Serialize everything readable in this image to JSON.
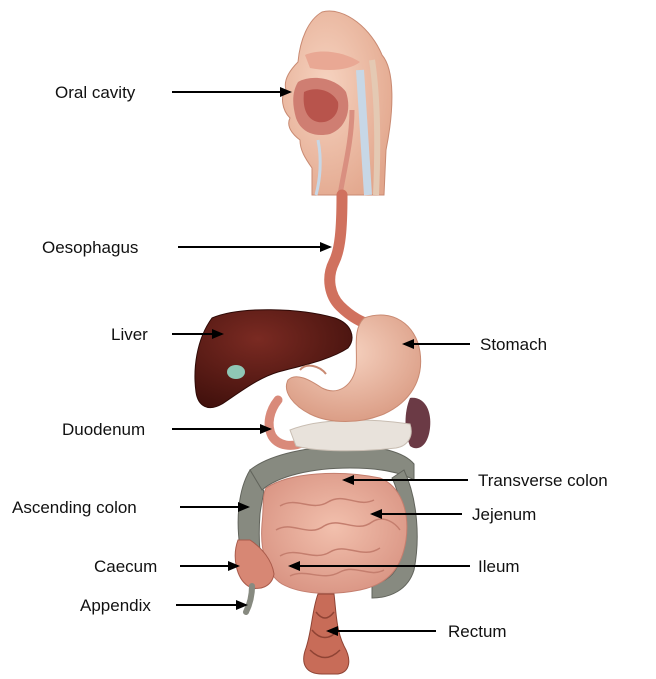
{
  "labels": {
    "oral_cavity": "Oral cavity",
    "oesophagus": "Oesophagus",
    "liver": "Liver",
    "stomach": "Stomach",
    "duodenum": "Duodenum",
    "transverse_colon": "Transverse colon",
    "ascending_colon": "Ascending colon",
    "jejenum": "Jejenum",
    "caecum": "Caecum",
    "ileum": "Ileum",
    "appendix": "Appendix",
    "rectum": "Rectum"
  },
  "colors": {
    "skin": "#f2c4a8",
    "oesophagus": "#d0715e",
    "liver": "#5a1a14",
    "stomach": "#eab7a0",
    "colon": "#878a80",
    "intestine": "#e9ae9b",
    "spleen": "#6b3a45",
    "rectum": "#c86c58"
  }
}
